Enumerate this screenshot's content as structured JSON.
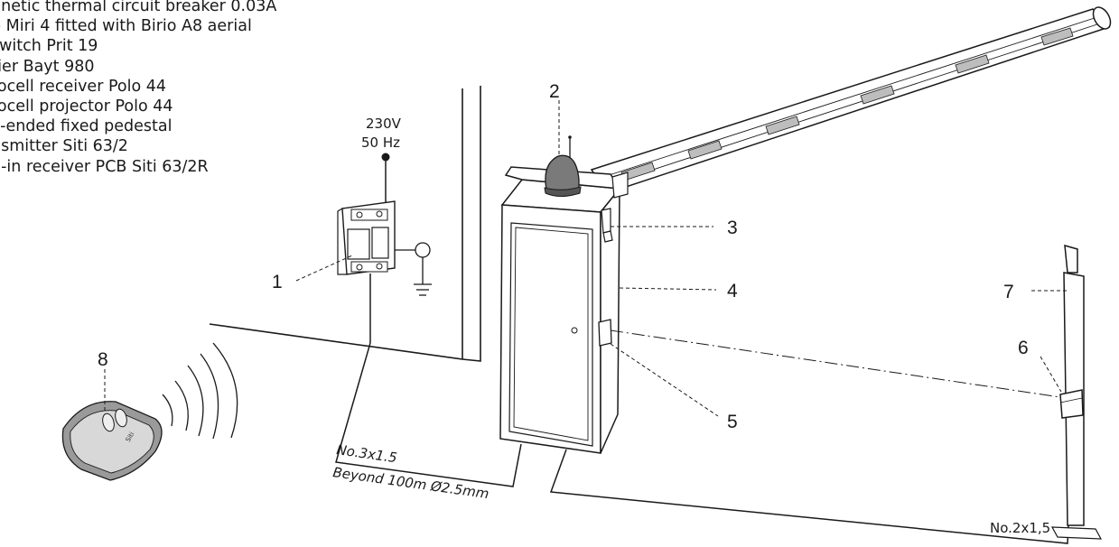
{
  "legend": [
    "gnetic thermal circuit breaker 0.03A",
    "p Miri 4 fitted with Birio A8 aerial",
    "switch Prit 19",
    "rier Bayt 980",
    "tocell receiver Polo 44",
    "tocell projector Polo 44",
    "k-ended fixed pedestal",
    "nsmitter Siti 63/2",
    "g-in receiver PCB Siti 63/2R"
  ],
  "callouts": {
    "n1": "1",
    "n2": "2",
    "n3": "3",
    "n4": "4",
    "n5": "5",
    "n6": "6",
    "n7": "7",
    "n8": "8"
  },
  "supply": {
    "voltage": "230V",
    "frequency": "50 Hz"
  },
  "cables": {
    "main_cable": "No.3x1.5",
    "main_cable_note": "Beyond 100m Ø2.5mm",
    "photocell_cable": "No.2x1,5"
  },
  "transmitter_brand": "Siti",
  "colors": {
    "line": "#1a1a1a",
    "beam_reflector": "#bdbdbd",
    "lamp_dome": "#7a7a7a"
  }
}
